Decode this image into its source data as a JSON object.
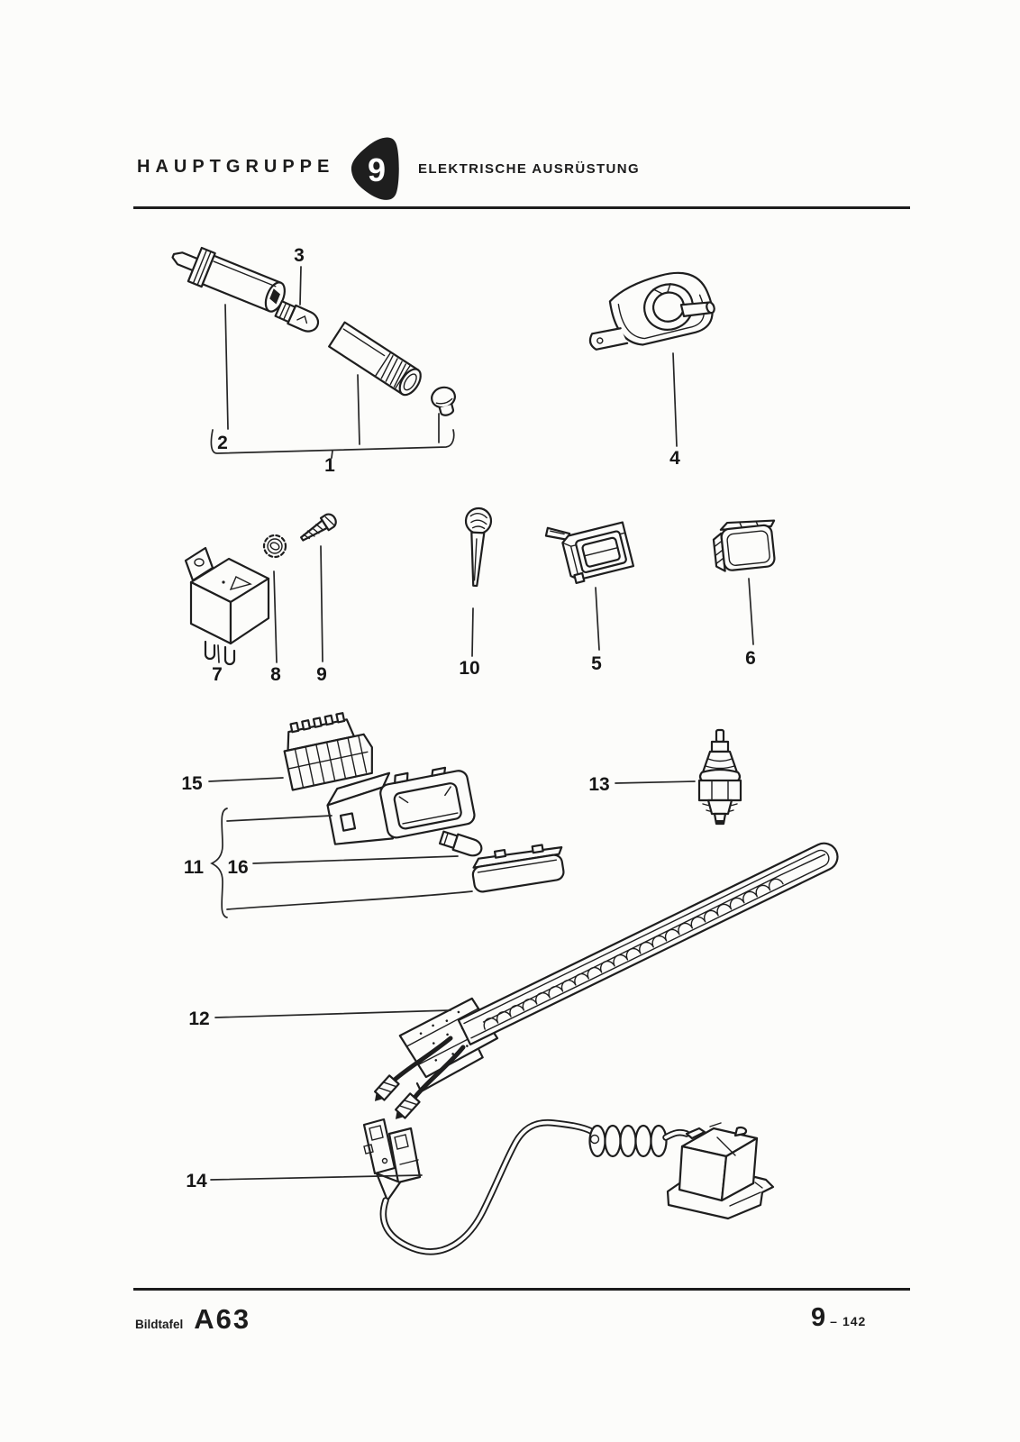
{
  "colors": {
    "ink": "#1c1c1c",
    "paper": "#fcfcfa"
  },
  "header": {
    "left_label": "HAUPTGRUPPE",
    "group_badge": "9",
    "title": "ELEKTRISCHE AUSRÜSTUNG"
  },
  "footer": {
    "plate_label": "Bildtafel",
    "plate_code": "A63",
    "page_ref": {
      "major": "9",
      "separator": "–",
      "minor": "142"
    }
  },
  "callouts": {
    "c1": "1",
    "c2": "2",
    "c3": "3",
    "c4": "4",
    "c5": "5",
    "c6": "6",
    "c7": "7",
    "c8": "8",
    "c9": "9",
    "c10": "10",
    "c11": "11",
    "c12": "12",
    "c13": "13",
    "c14": "14",
    "c15": "15",
    "c16": "16"
  }
}
